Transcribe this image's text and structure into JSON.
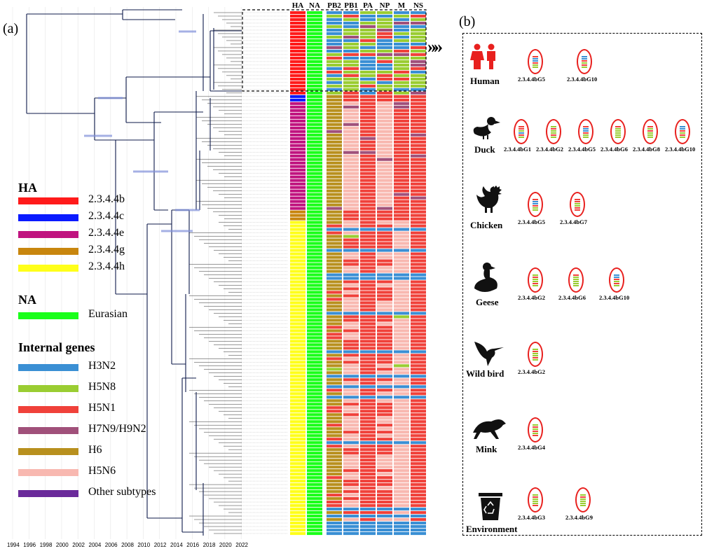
{
  "panel_a_label": "(a)",
  "panel_b_label": "(b)",
  "arrow_glyph": "»»",
  "column_headers": [
    "HA",
    "NA",
    "PB2",
    "PB1",
    "PA",
    "NP",
    "M",
    "NS"
  ],
  "axis_years": [
    "1994",
    "1996",
    "1998",
    "2000",
    "2002",
    "2004",
    "2006",
    "2008",
    "2010",
    "2012",
    "2014",
    "2016",
    "2018",
    "2020",
    "2022"
  ],
  "legend": {
    "ha": {
      "title": "HA",
      "items": [
        {
          "label": "2.3.4.4b",
          "color": "#ff1a1a"
        },
        {
          "label": "2.3.4.4c",
          "color": "#0a1aff"
        },
        {
          "label": "2.3.4.4e",
          "color": "#c0137f"
        },
        {
          "label": "2.3.4.4g",
          "color": "#c8860e"
        },
        {
          "label": "2.3.4.4h",
          "color": "#ffff1a"
        }
      ]
    },
    "na": {
      "title": "NA",
      "items": [
        {
          "label": "Eurasian",
          "color": "#1aff1a"
        }
      ]
    },
    "internal": {
      "title": "Internal genes",
      "items": [
        {
          "label": "H3N2",
          "color": "#3a8fd4"
        },
        {
          "label": "H5N8",
          "color": "#9acd32"
        },
        {
          "label": "H5N1",
          "color": "#f0413a"
        },
        {
          "label": "H7N9/H9N2",
          "color": "#a0507a"
        },
        {
          "label": "H6",
          "color": "#b8901e"
        },
        {
          "label": "H5N6",
          "color": "#f8b8b0"
        },
        {
          "label": "Other subtypes",
          "color": "#6a2a9a"
        }
      ]
    }
  },
  "hosts": [
    {
      "name": "Human",
      "icon": "human-icon",
      "genotypes": [
        "2.3.4.4bG5",
        "2.3.4.4bG10"
      ]
    },
    {
      "name": "Duck",
      "icon": "duck-icon",
      "genotypes": [
        "2.3.4.4bG1",
        "2.3.4.4bG2",
        "2.3.4.4bG5",
        "2.3.4.4bG6",
        "2.3.4.4bG8",
        "2.3.4.4bG10"
      ]
    },
    {
      "name": "Chicken",
      "icon": "chicken-icon",
      "genotypes": [
        "2.3.4.4bG5",
        "2.3.4.4bG7"
      ]
    },
    {
      "name": "Geese",
      "icon": "goose-icon",
      "genotypes": [
        "2.3.4.4bG2",
        "2.3.4.4bG6",
        "2.3.4.4bG10"
      ]
    },
    {
      "name": "Wild bird",
      "icon": "hummingbird-icon",
      "genotypes": [
        "2.3.4.4bG2"
      ]
    },
    {
      "name": "Mink",
      "icon": "mink-icon",
      "genotypes": [
        "2.3.4.4bG4"
      ]
    },
    {
      "name": "Environment",
      "icon": "recycle-bin-icon",
      "genotypes": [
        "2.3.4.4bG3",
        "2.3.4.4bG9"
      ]
    }
  ],
  "genotype_band_colors": {
    "2.3.4.4bG1": [
      "#f0413a",
      "#f0413a",
      "#9acd32",
      "#3a8fd4",
      "#f0413a",
      "#9acd32"
    ],
    "2.3.4.4bG2": [
      "#9acd32",
      "#f0413a",
      "#9acd32",
      "#9acd32",
      "#f0413a",
      "#9acd32"
    ],
    "2.3.4.4bG3": [
      "#9acd32",
      "#f0413a",
      "#9acd32",
      "#9acd32",
      "#9acd32",
      "#f0413a"
    ],
    "2.3.4.4bG4": [
      "#9acd32",
      "#f0413a",
      "#9acd32",
      "#f0413a",
      "#9acd32",
      "#f0413a"
    ],
    "2.3.4.4bG5": [
      "#f0413a",
      "#3a8fd4",
      "#3a8fd4",
      "#f0413a",
      "#9acd32",
      "#9acd32"
    ],
    "2.3.4.4bG6": [
      "#f0413a",
      "#9acd32",
      "#9acd32",
      "#9acd32",
      "#9acd32",
      "#9acd32"
    ],
    "2.3.4.4bG7": [
      "#f0413a",
      "#f0413a",
      "#9acd32",
      "#9acd32",
      "#f0413a",
      "#f0413a"
    ],
    "2.3.4.4bG8": [
      "#f0413a",
      "#9acd32",
      "#f0413a",
      "#9acd32",
      "#9acd32",
      "#9acd32"
    ],
    "2.3.4.4bG9": [
      "#9acd32",
      "#f0413a",
      "#9acd32",
      "#9acd32",
      "#9acd32",
      "#9acd32"
    ],
    "2.3.4.4bG10": [
      "#3a8fd4",
      "#3a8fd4",
      "#f0413a",
      "#9acd32",
      "#f0413a",
      "#9acd32"
    ]
  }
}
